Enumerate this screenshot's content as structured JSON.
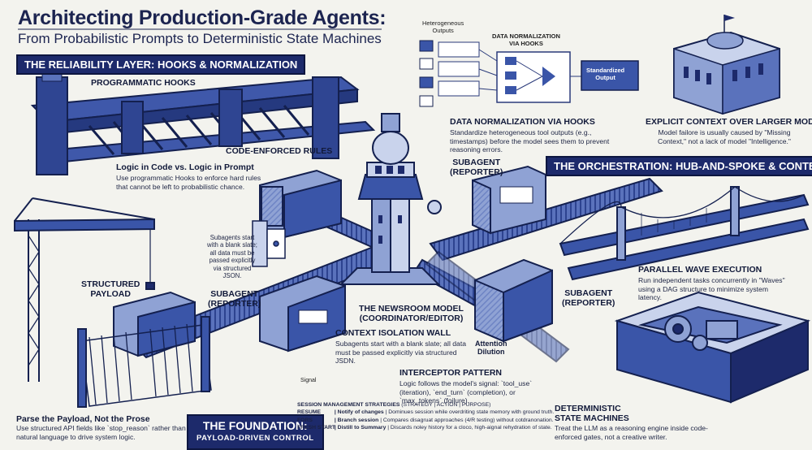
{
  "header": {
    "title": "Architecting Production-Grade Agents:",
    "subtitle": "From Probabilistic Prompts to Deterministic State Machines"
  },
  "reliability": {
    "band": "THE RELIABILITY LAYER: HOOKS & NORMALIZATION",
    "hooks_label": "PROGRAMMATIC HOOKS",
    "rules_label": "CODE-ENFORCED RULES",
    "logic_title": "Logic in Code vs. Logic in Prompt",
    "logic_desc": "Use programmatic Hooks to enforce hard rules that cannot be left to probabilistic chance."
  },
  "normalization": {
    "heterogeneous": "Heterogeneous\nOutputs",
    "via_hooks": "DATA NORMALIZATION\nVIA HOOKS",
    "standardized": "Standardized\nOutput",
    "title": "DATA NORMALIZATION VIA HOOKS",
    "desc": "Standardize heterogeneous tool outputs (e.g., timestamps) before the model sees them to prevent reasoning errors."
  },
  "context": {
    "title": "EXPLICIT CONTEXT OVER LARGER MODELS",
    "desc": "Model failore is usually caused by \"Missing Context,\" not a lack of model \"Intelligence.\""
  },
  "orchestration": {
    "band": "THE ORCHESTRATION: HUB-AND-SPOKE & CONTEXT",
    "subagent_top": "SUBAGENT\n(REPORTER)",
    "subagent_left": "SUBAGENT\n(REPORTER)",
    "subagent_right": "SUBAGENT\n(REPORTER)",
    "newsroom": "THE NEWSROOM MODEL\n(COORDINATOR/EDITOR)",
    "blank_slate_note": "Subagents start with a blank slate; all data must be passed explicitly via structured JSON.",
    "isolation_title": "CONTEXT ISOLATION WALL",
    "isolation_desc": "Subagents start with a blank slate; all data must be passed explicitly via structured JSDN.",
    "attention": "Attention\nDilution"
  },
  "parallel": {
    "title": "PARALLEL WAVE EXECUTION",
    "desc": "Run independent tasks concurrently in \"Waves\" using a DAG structure to minimize system latency."
  },
  "payload": {
    "label": "STRUCTURED\nPAYLOAD",
    "title": "Parse the Payload, Not the Prose",
    "desc": "Use structured API fields like `stop_reason` rather than natural language to drive system logic."
  },
  "foundation": {
    "band": "THE FOUNDATION:",
    "band_sub": "PAYLOAD-DRIVEN CONTROL"
  },
  "signal": "Signal",
  "interceptor": {
    "title": "INTERCEPTOR PATTERN",
    "desc": "Logic follows the model's signal: `tool_use` (iteration), `end_turn` (completion), or `max_tokens` (foilure)."
  },
  "sessions": {
    "heading": "SESSION MANAGEMENT STRATEGIES",
    "heading_cols": "(STRATEGY | ACTION | PURPOSE)",
    "rows": [
      {
        "key": "RESUME",
        "action": "| Notify of changes",
        "purpose": "| Dominues session while overdriting state memory with ground truth."
      },
      {
        "key": "FORS",
        "action": "| Branch session",
        "purpose": "| Compares disagruat approaches (4/R testing) without cotdranonation."
      },
      {
        "key": "FRESH START",
        "action": "| Distill to Summary",
        "purpose": "| Discards noley history for a cloco, high-aignal rehydration of state."
      }
    ]
  },
  "state_machines": {
    "title": "DETERMINISTIC\nSTATE MACHINES",
    "desc": "Treat the LLM as a reasoning engine inside code-enforced gates, not a creative writer."
  },
  "colors": {
    "navy": "#1d2a6b",
    "blue": "#3a55a8",
    "light": "#c9d3ec",
    "bg": "#f3f3ee"
  }
}
